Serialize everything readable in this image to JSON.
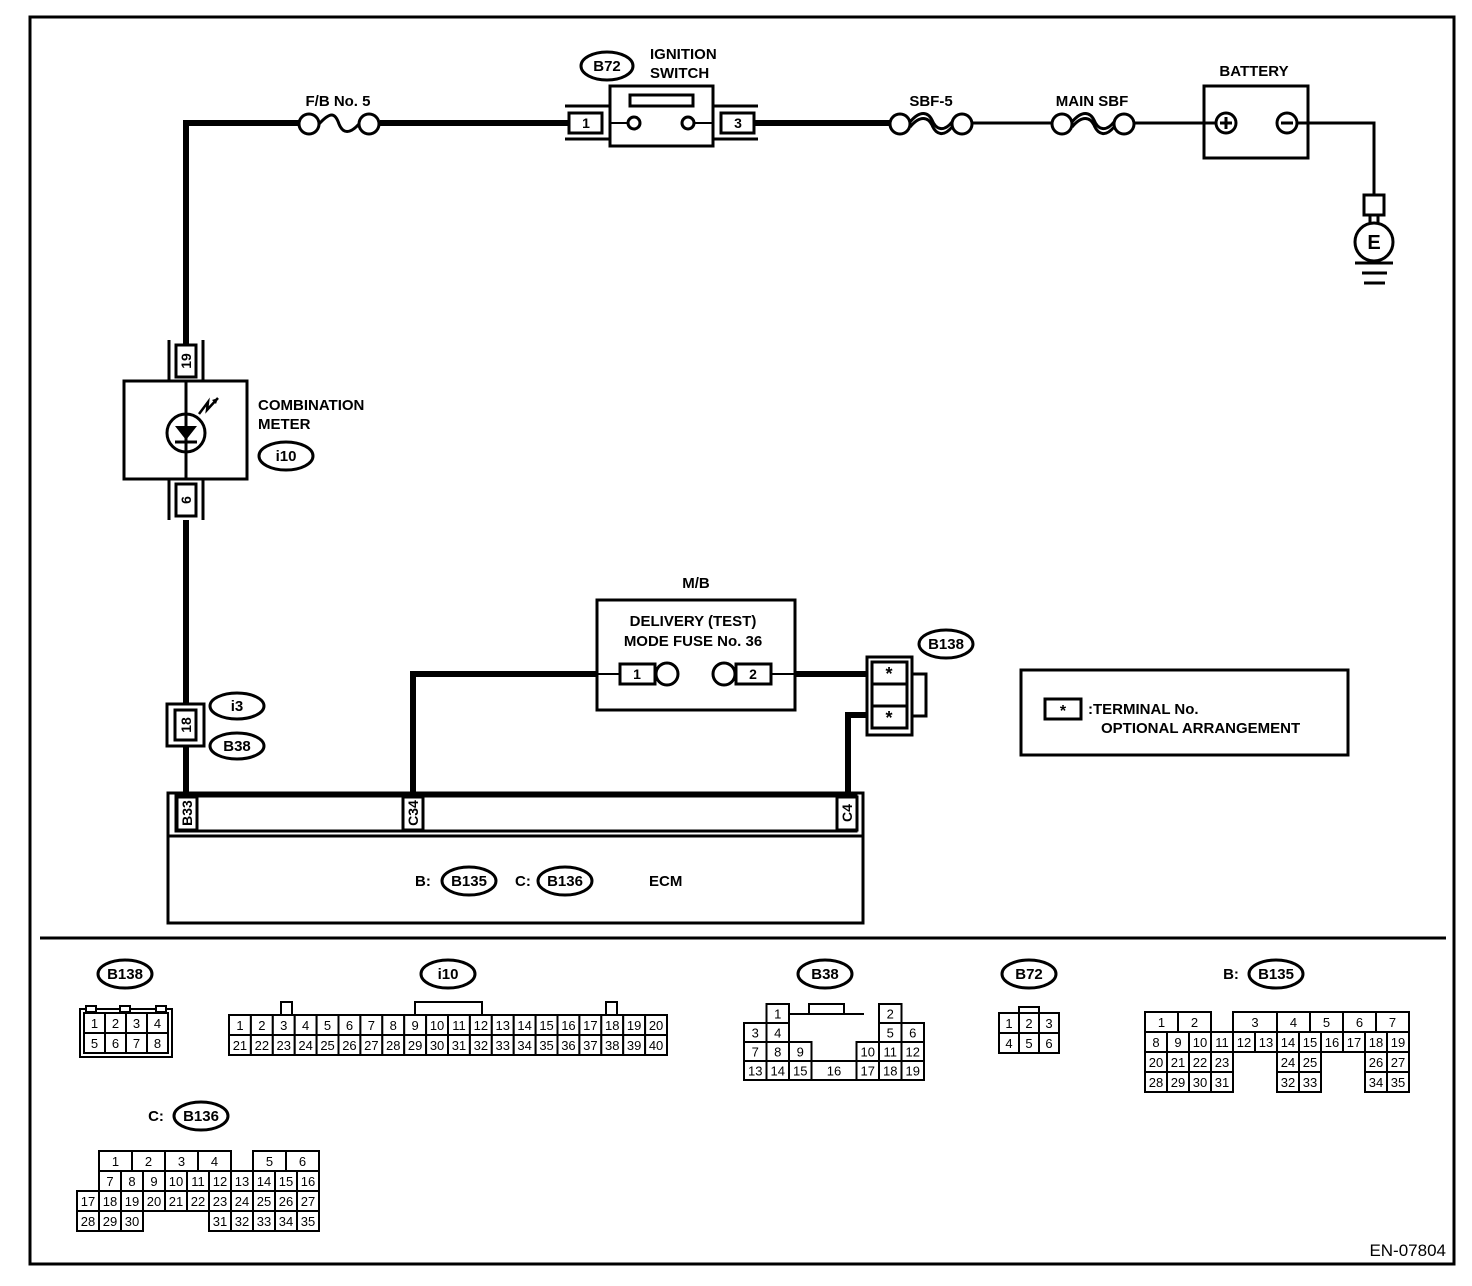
{
  "diagram_code": "EN-07804",
  "components": {
    "fuse_fb5": {
      "label": "F/B No. 5"
    },
    "ignition_switch": {
      "connector": "B72",
      "label_line1": "IGNITION",
      "label_line2": "SWITCH",
      "pin_left": "1",
      "pin_right": "3"
    },
    "fuse_sbf5": {
      "label": "SBF-5"
    },
    "fuse_main_sbf": {
      "label": "MAIN SBF"
    },
    "battery": {
      "label": "BATTERY"
    },
    "ground": {
      "label": "E"
    },
    "combination_meter": {
      "label_line1": "COMBINATION",
      "label_line2": "METER",
      "connector": "i10",
      "pin_top": "19",
      "pin_bottom": "6"
    },
    "joint_connector": {
      "pin": "18",
      "connector_upper": "i3",
      "connector_lower": "B38"
    },
    "mb": {
      "label": "M/B",
      "fuse_line1": "DELIVERY (TEST)",
      "fuse_line2": "MODE FUSE No. 36",
      "pin_left": "1",
      "pin_right": "2"
    },
    "b138": {
      "connector": "B138",
      "pin_upper": "*",
      "pin_lower": "*"
    },
    "ecm": {
      "label": "ECM",
      "b_prefix": "B:",
      "b_connector": "B135",
      "c_prefix": "C:",
      "c_connector": "B136",
      "pins": [
        "B33",
        "C34",
        "C4"
      ]
    },
    "legend": {
      "symbol": "*",
      "line1": ":TERMINAL No.",
      "line2": "OPTIONAL ARRANGEMENT"
    }
  },
  "connector_views": {
    "b138": {
      "title": "B138",
      "rows": [
        [
          "1",
          "2",
          "3",
          "4"
        ],
        [
          "5",
          "6",
          "7",
          "8"
        ]
      ]
    },
    "i10": {
      "title": "i10",
      "rows": [
        [
          "1",
          "2",
          "3",
          "4",
          "5",
          "6",
          "7",
          "8",
          "9",
          "10",
          "11",
          "12",
          "13",
          "14",
          "15",
          "16",
          "17",
          "18",
          "19",
          "20"
        ],
        [
          "21",
          "22",
          "23",
          "24",
          "25",
          "26",
          "27",
          "28",
          "29",
          "30",
          "31",
          "32",
          "33",
          "34",
          "35",
          "36",
          "37",
          "38",
          "39",
          "40"
        ]
      ]
    },
    "b38": {
      "title": "B38",
      "cells": [
        {
          "n": "1",
          "c": 1,
          "r": 0
        },
        {
          "n": "2",
          "c": 5,
          "r": 0
        },
        {
          "n": "3",
          "c": 0,
          "r": 1
        },
        {
          "n": "4",
          "c": 1,
          "r": 1
        },
        {
          "n": "5",
          "c": 5,
          "r": 1
        },
        {
          "n": "6",
          "c": 6,
          "r": 1
        },
        {
          "n": "7",
          "c": 0,
          "r": 2
        },
        {
          "n": "8",
          "c": 1,
          "r": 2
        },
        {
          "n": "9",
          "c": 2,
          "r": 2
        },
        {
          "n": "10",
          "c": 4,
          "r": 2
        },
        {
          "n": "11",
          "c": 5,
          "r": 2
        },
        {
          "n": "12",
          "c": 6,
          "r": 2
        },
        {
          "n": "13",
          "c": 0,
          "r": 3
        },
        {
          "n": "14",
          "c": 1,
          "r": 3
        },
        {
          "n": "15",
          "c": 2,
          "r": 3
        },
        {
          "n": "16",
          "c": 3,
          "r": 3
        },
        {
          "n": "17",
          "c": 4,
          "r": 3
        },
        {
          "n": "18",
          "c": 5,
          "r": 3
        },
        {
          "n": "19",
          "c": 6,
          "r": 3
        }
      ]
    },
    "b72": {
      "title": "B72",
      "rows": [
        [
          "1",
          "2",
          "3"
        ],
        [
          "4",
          "5",
          "6"
        ]
      ]
    },
    "b135": {
      "prefix": "B:",
      "title": "B135",
      "top": [
        {
          "n": "1",
          "c": 0,
          "w": 1.5
        },
        {
          "n": "2",
          "c": 1.5,
          "w": 1.5
        },
        {
          "n": "3",
          "c": 4,
          "w": 2
        },
        {
          "n": "4",
          "c": 6,
          "w": 1.5
        },
        {
          "n": "5",
          "c": 7.5,
          "w": 1.5
        },
        {
          "n": "6",
          "c": 9,
          "w": 1.5
        },
        {
          "n": "7",
          "c": 10.5,
          "w": 1.5
        }
      ],
      "rows": [
        [
          {
            "n": "8",
            "c": 0
          },
          {
            "n": "9",
            "c": 1
          },
          {
            "n": "10",
            "c": 2
          },
          {
            "n": "11",
            "c": 3
          },
          {
            "n": "12",
            "c": 4
          },
          {
            "n": "13",
            "c": 5
          },
          {
            "n": "14",
            "c": 6
          },
          {
            "n": "15",
            "c": 7
          },
          {
            "n": "16",
            "c": 8
          },
          {
            "n": "17",
            "c": 9
          },
          {
            "n": "18",
            "c": 10
          },
          {
            "n": "19",
            "c": 11
          }
        ],
        [
          {
            "n": "20",
            "c": 0
          },
          {
            "n": "21",
            "c": 1
          },
          {
            "n": "22",
            "c": 2
          },
          {
            "n": "23",
            "c": 3
          },
          {
            "n": "24",
            "c": 6
          },
          {
            "n": "25",
            "c": 7
          },
          {
            "n": "26",
            "c": 10
          },
          {
            "n": "27",
            "c": 11
          }
        ],
        [
          {
            "n": "28",
            "c": 0
          },
          {
            "n": "29",
            "c": 1
          },
          {
            "n": "30",
            "c": 2
          },
          {
            "n": "31",
            "c": 3
          },
          {
            "n": "32",
            "c": 6
          },
          {
            "n": "33",
            "c": 7
          },
          {
            "n": "34",
            "c": 10
          },
          {
            "n": "35",
            "c": 11
          }
        ]
      ]
    },
    "b136": {
      "prefix": "C:",
      "title": "B136",
      "top": [
        {
          "n": "1",
          "c": 1,
          "w": 1.5
        },
        {
          "n": "2",
          "c": 2.5,
          "w": 1.5
        },
        {
          "n": "3",
          "c": 4,
          "w": 1.5
        },
        {
          "n": "4",
          "c": 5.5,
          "w": 1.5
        },
        {
          "n": "5",
          "c": 8,
          "w": 1.5
        },
        {
          "n": "6",
          "c": 9.5,
          "w": 1.5
        }
      ],
      "rows": [
        [
          {
            "n": "7",
            "c": 1
          },
          {
            "n": "8",
            "c": 2
          },
          {
            "n": "9",
            "c": 3
          },
          {
            "n": "10",
            "c": 4
          },
          {
            "n": "11",
            "c": 5
          },
          {
            "n": "12",
            "c": 6
          },
          {
            "n": "13",
            "c": 7
          },
          {
            "n": "14",
            "c": 8
          },
          {
            "n": "15",
            "c": 9
          },
          {
            "n": "16",
            "c": 10
          }
        ],
        [
          {
            "n": "17",
            "c": 0
          },
          {
            "n": "18",
            "c": 1
          },
          {
            "n": "19",
            "c": 2
          },
          {
            "n": "20",
            "c": 3
          },
          {
            "n": "21",
            "c": 4
          },
          {
            "n": "22",
            "c": 5
          },
          {
            "n": "23",
            "c": 6
          },
          {
            "n": "24",
            "c": 7
          },
          {
            "n": "25",
            "c": 8
          },
          {
            "n": "26",
            "c": 9
          },
          {
            "n": "27",
            "c": 10
          }
        ],
        [
          {
            "n": "28",
            "c": 0
          },
          {
            "n": "29",
            "c": 1
          },
          {
            "n": "30",
            "c": 2
          },
          {
            "n": "31",
            "c": 6
          },
          {
            "n": "32",
            "c": 7
          },
          {
            "n": "33",
            "c": 8
          },
          {
            "n": "34",
            "c": 9
          },
          {
            "n": "35",
            "c": 10
          }
        ]
      ]
    }
  }
}
